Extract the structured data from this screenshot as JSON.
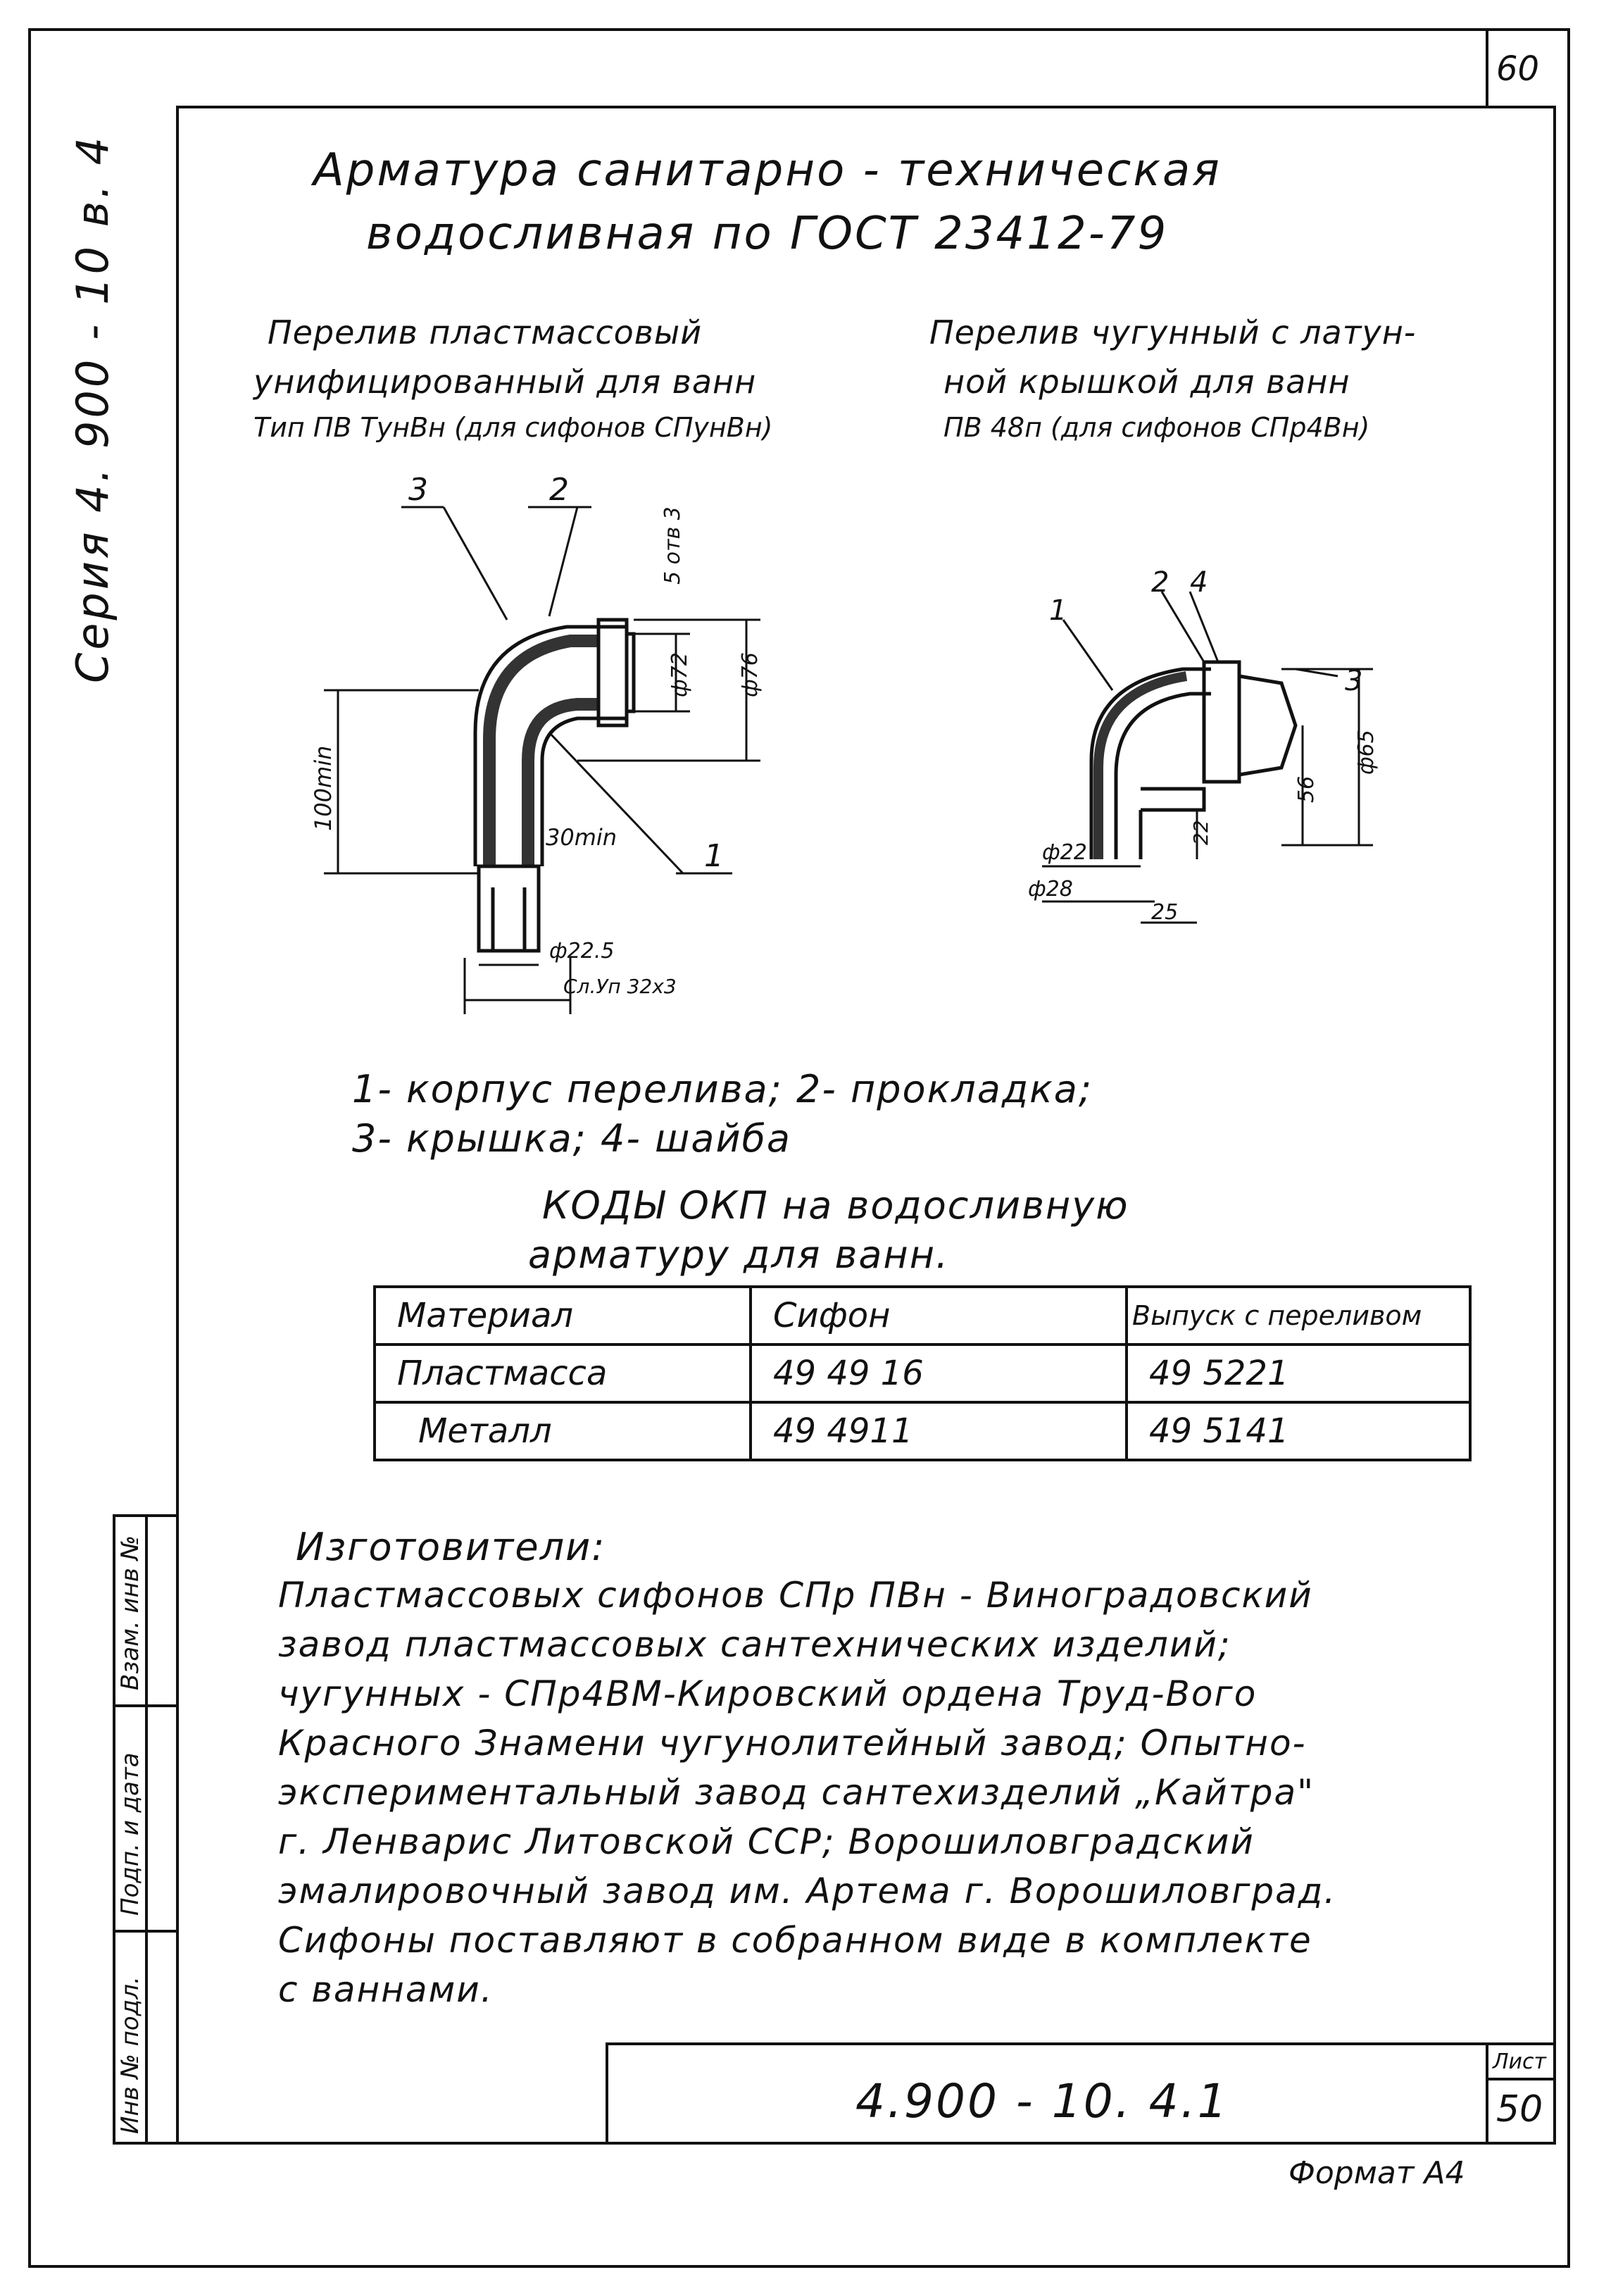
{
  "sheet_number": "60",
  "series_label": "Серия   4. 900 - 10   в. 4",
  "title": {
    "line1": "Арматура санитарно - техническая",
    "line2": "водосливная по ГОСТ 23412-79"
  },
  "left_item": {
    "line1": "Перелив пластмассовый",
    "line2": "унифицированный для ванн",
    "line3": "Тип ПВ ТунВн (для сифонов СПунВн)"
  },
  "right_item": {
    "line1": "Перелив чугунный с латун-",
    "line2": "ной крышкой для ванн",
    "line3": "ПВ 48п (для сифонов СПр4Вн)"
  },
  "left_drawing": {
    "callouts": [
      "3",
      "2",
      "1"
    ],
    "dims": [
      "5 отв 3",
      "ф72",
      "ф76",
      "100min",
      "30min",
      "ф22.5",
      "Сл.Уп 32х3"
    ]
  },
  "right_drawing": {
    "callouts": [
      "2",
      "4",
      "1",
      "3"
    ],
    "dims": [
      "ф65",
      "56",
      "ф22",
      "ф28",
      "22",
      "25"
    ]
  },
  "legend": {
    "line1": "1- корпус   перелива;   2- прокладка;",
    "line2": "3- крышка;    4- шайба"
  },
  "codes_heading": {
    "line1": "КОДЫ ОКП на водосливную",
    "line2": "арматуру для ванн."
  },
  "table": {
    "headers": [
      "Материал",
      "Сифон",
      "Выпуск с переливом"
    ],
    "rows": [
      [
        "Пластмасса",
        "49 49 16",
        "49 5221"
      ],
      [
        "Металл",
        "49 4911",
        "49 5141"
      ]
    ]
  },
  "manufacturers": {
    "heading": "Изготовители:",
    "lines": [
      "Пластмассовых сифонов СПр ПВн - Виноградовский",
      "завод пластмассовых сантехнических изделий;",
      "чугунных - СПр4ВМ-Кировский ордена Труд-Вого",
      "Красного Знамени чугунолитейный завод; Опытно-",
      "экспериментальный завод сантехизделий „Кайтра\"",
      "г. Ленварис Литовской ССР; Ворошиловградский",
      "эмалировочный завод им. Артема г. Ворошиловград.",
      "Сифоны поставляют в собранном виде в комплекте",
      "с ваннами."
    ]
  },
  "side_stamp": {
    "labels": [
      "Взам. инв №",
      "Подп. и дата",
      "Инв № подл."
    ]
  },
  "title_block": {
    "code": "4.900 - 10. 4.1",
    "sheet_label": "Лист",
    "sheet_value": "50"
  },
  "format": "Формат А4"
}
